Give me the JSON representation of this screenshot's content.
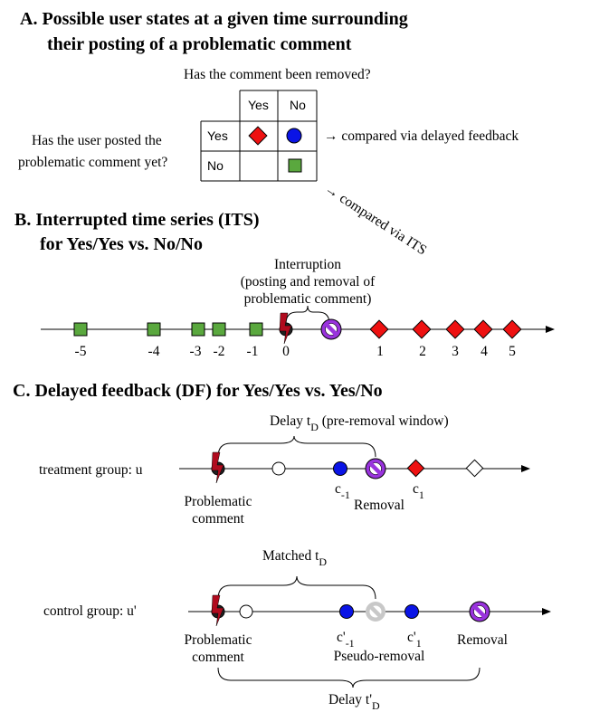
{
  "section_a": {
    "heading_line1": "A.  Possible user states at a given time surrounding",
    "heading_line2": "their posting of a problematic comment",
    "question_removed": "Has the comment been removed?",
    "question_posted_line1": "Has the user posted the",
    "question_posted_line2": "problematic comment yet?",
    "col_yes": "Yes",
    "col_no": "No",
    "row_yes": "Yes",
    "row_no": "No",
    "compared_delayed": "→ compared via delayed feedback",
    "compared_its": "→ compared via ITS"
  },
  "section_b": {
    "heading_line1": "B.  Interrupted time series (ITS)",
    "heading_line2": "for Yes/Yes vs. No/No",
    "interruption_line1": "Interruption",
    "interruption_line2": "(posting and removal of",
    "interruption_line3": "problematic comment)",
    "tick_labels": [
      "-5",
      "-4",
      "-3",
      "-2",
      "-1",
      "0",
      "1",
      "2",
      "3",
      "4",
      "5"
    ]
  },
  "section_c": {
    "heading": "C.  Delayed feedback (DF) for Yes/Yes vs. Yes/No",
    "delay_label": "Delay t",
    "delay_sub": "D",
    "delay_suffix": " (pre-removal window)",
    "treatment_label": "treatment group: u",
    "problematic_line1": "Problematic",
    "problematic_line2": "comment",
    "c_minus1": "c",
    "c_minus1_sub": "-1",
    "removal": "Removal",
    "c_1": "c",
    "c_1_sub": "1",
    "matched_label": "Matched  t",
    "matched_sub": "D",
    "control_label": "control group:  u'",
    "cp_minus1": "c'",
    "cp_minus1_sub": "-1",
    "pseudo_removal": "Pseudo-removal",
    "cp_1": "c'",
    "cp_1_sub": "1",
    "removal2": "Removal",
    "problematic2_line1": "Problematic",
    "problematic2_line2": "comment",
    "delay2_label": "Delay t'",
    "delay2_sub": "D"
  },
  "colors": {
    "green": "#5aa83e",
    "red": "#ee1111",
    "blue": "#0a14e6",
    "purple": "#9933dd",
    "grey": "#c8c8c8"
  }
}
